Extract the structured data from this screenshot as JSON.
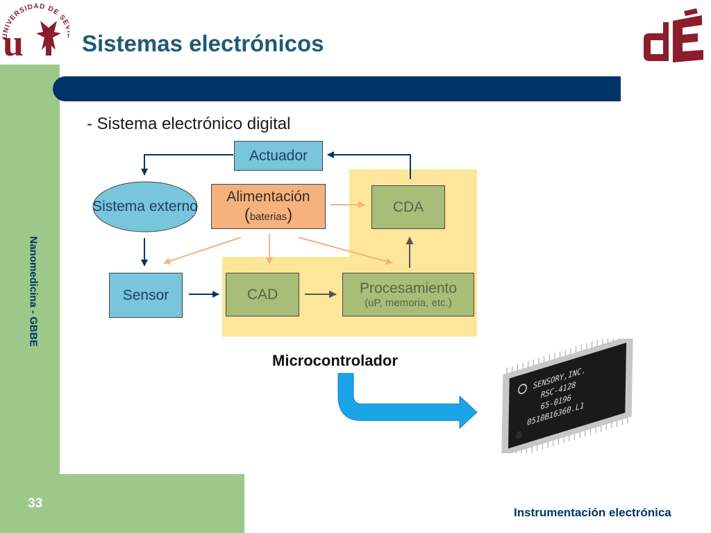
{
  "header": {
    "title": "Sistemas electrónicos",
    "university_logo_text": "UNIVERSIDAD DE SEVILLA",
    "department_logo_text": "dE"
  },
  "sidebar": {
    "label": "Nanomedicina - GBBE"
  },
  "footer": {
    "page_number": "33",
    "course": "Instrumentación electrónica"
  },
  "content": {
    "subtitle": "- Sistema electrónico digital",
    "blocks": {
      "actuador": "Actuador",
      "sistema_externo": "Sistema externo",
      "alimentacion": "Alimentación",
      "baterias": "baterias",
      "cda": "CDA",
      "sensor": "Sensor",
      "cad": "CAD",
      "procesamiento": "Procesamiento",
      "procesamiento_sub": "(uP, memoria, etc.)"
    },
    "microcontroller_label": "Microcontrolador",
    "chip_text": [
      "SENSORY,INC.",
      "RSC-4128",
      "65-0196",
      "0510B16360.L1"
    ]
  },
  "colors": {
    "green": "#9cc98a",
    "navy": "#003366",
    "cyan": "#78c5dc",
    "orange": "#f5b27f",
    "olive": "#a8bd78",
    "yellow": "#fde69a",
    "arrow_blue": "#1aa5e8"
  }
}
